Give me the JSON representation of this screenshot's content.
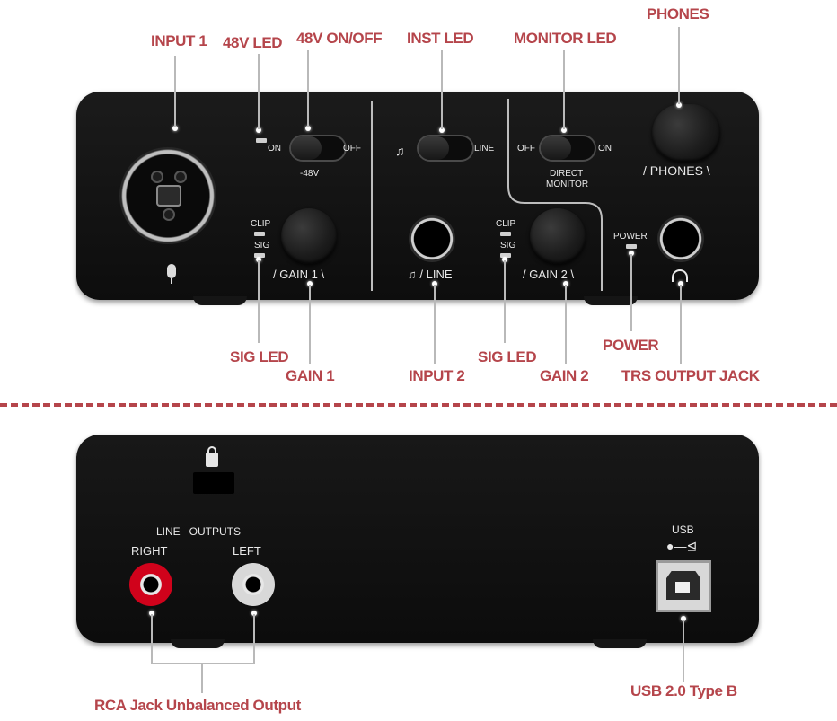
{
  "front": {
    "panel": {
      "on_label": "ON",
      "off_label": "OFF",
      "v48_label": "-48V",
      "line_label": "LINE",
      "direct_label": "DIRECT",
      "monitor_label": "MONITOR",
      "off2_label": "OFF",
      "on2_label": "ON",
      "phones_label": "PHONES",
      "clip1": "CLIP",
      "sig1": "SIG",
      "gain1": "GAIN 1",
      "input2": "/ LINE",
      "clip2": "CLIP",
      "sig2": "SIG",
      "gain2": "GAIN 2",
      "power": "POWER",
      "mic_icon": "microphone-icon",
      "guitar_icon": "guitar-icon",
      "headphones_icon": "headphones-icon"
    },
    "callouts": {
      "input1": "INPUT 1",
      "led48v": "48V LED",
      "on_off_48v": "48V ON/OFF",
      "inst_led": "INST LED",
      "monitor_led": "MONITOR LED",
      "phones": "PHONES",
      "sig_led_1": "SIG LED",
      "gain1": "GAIN 1",
      "input2": "INPUT 2",
      "sig_led_2": "SIG LED",
      "gain2": "GAIN 2",
      "power": "POWER",
      "trs_output": "TRS OUTPUT JACK"
    }
  },
  "back": {
    "panel": {
      "line_outputs": "LINE   OUTPUTS",
      "right": "RIGHT",
      "left": "LEFT",
      "usb": "USB",
      "lock_icon": "lock-icon",
      "usb_icon": "usb-icon"
    },
    "callouts": {
      "rca": "RCA Jack Unbalanced Output",
      "usb": "USB 2.0 Type B"
    }
  },
  "colors": {
    "callout": "#b5454b",
    "divider": "#b5454b",
    "panel": "#111111",
    "rca_right": "#d0021b",
    "rca_left": "#d8d8d8"
  }
}
